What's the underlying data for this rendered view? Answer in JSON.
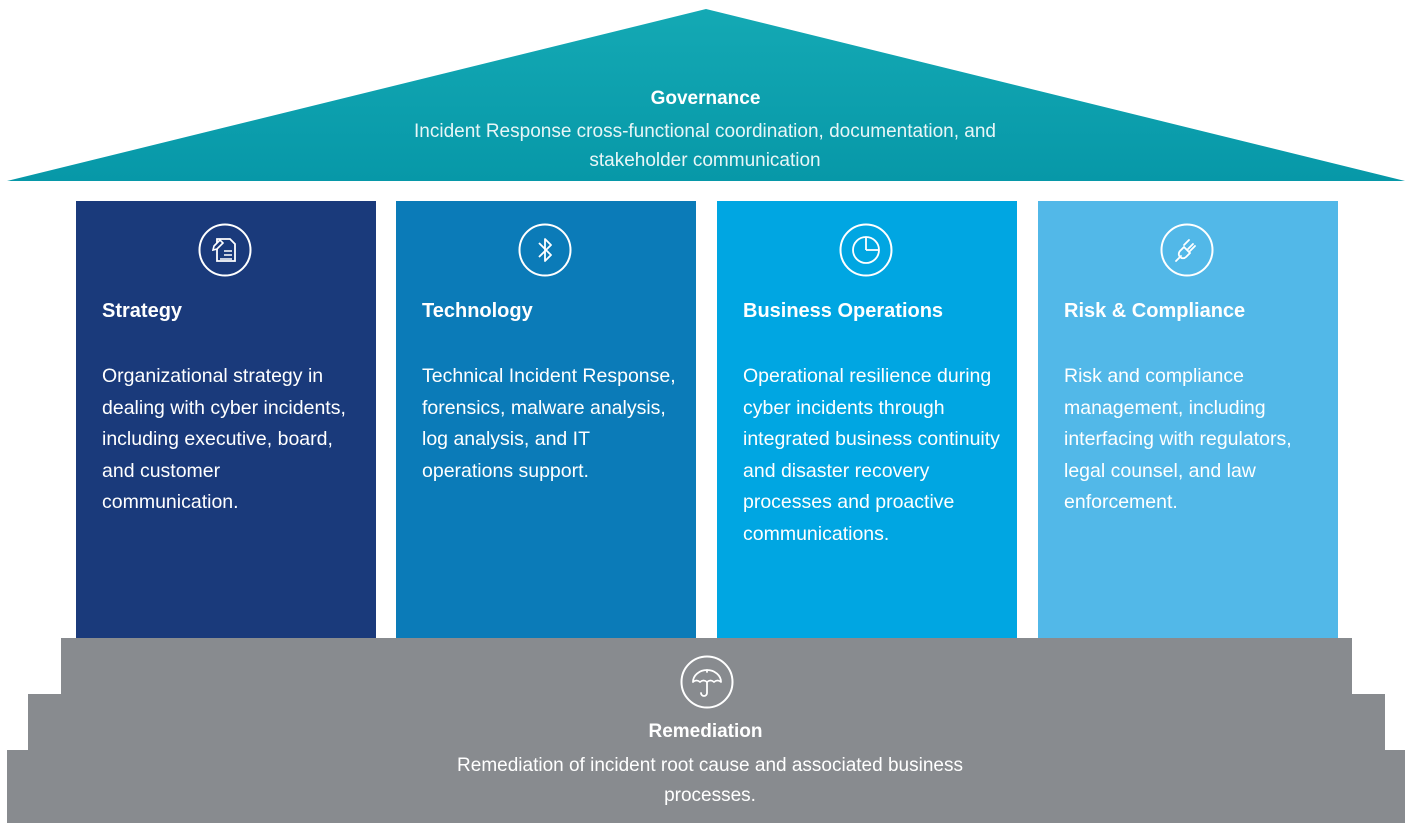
{
  "roof": {
    "title": "Governance",
    "description": "Incident Response cross-functional coordination, documentation, and stakeholder communication",
    "icon": "meeting-table-icon",
    "color": "#0aa3b0"
  },
  "pillars": [
    {
      "title": "Strategy",
      "description": "Organizational strategy in dealing with cyber incidents, including executive, board, and customer communication.",
      "icon": "document-edit-icon",
      "color": "#1a3a7b"
    },
    {
      "title": "Technology",
      "description": "Technical Incident Response, forensics, malware analysis, log analysis, and IT operations support.",
      "icon": "bluetooth-icon",
      "color": "#0b7bb8"
    },
    {
      "title": "Business Operations",
      "description": "Operational resilience during cyber incidents through integrated business continuity and disaster recovery processes and proactive communications.",
      "icon": "pie-chart-icon",
      "color": "#00a6e2"
    },
    {
      "title": "Risk & Compliance",
      "description": "Risk and compliance management, including interfacing with regulators, legal counsel, and law enforcement.",
      "icon": "plug-icon",
      "color": "#52b8e8"
    }
  ],
  "base": {
    "title": "Remediation",
    "description": "Remediation of incident root cause and associated business processes.",
    "icon": "umbrella-icon",
    "color": "#888b8f"
  }
}
